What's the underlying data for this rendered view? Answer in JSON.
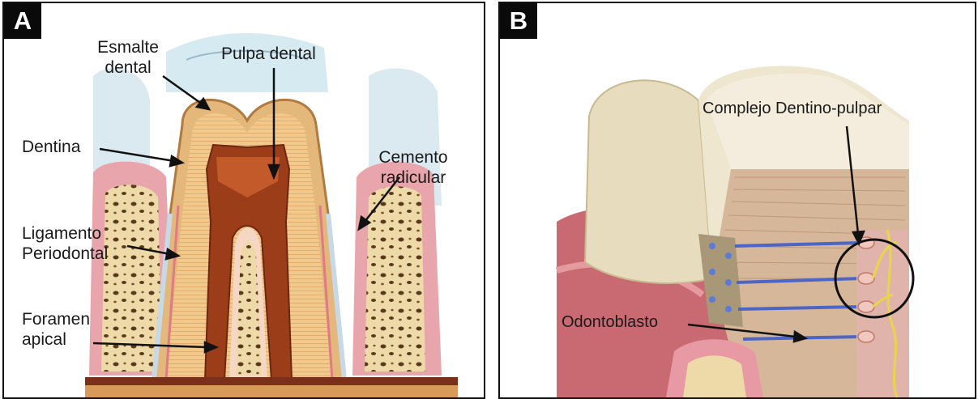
{
  "panel_a": {
    "badge": "A",
    "labels": {
      "enamel_line1": "Esmalte",
      "enamel_line2": "dental",
      "pulp": "Pulpa dental",
      "dentin": "Dentina",
      "cementum_line1": "Cemento",
      "cementum_line2": "radicular",
      "ligament_line1": "Ligamento",
      "ligament_line2": "Periodontal",
      "foramen_line1": "Foramen",
      "foramen_line2": "apical"
    }
  },
  "panel_b": {
    "badge": "B",
    "labels": {
      "complex": "Complejo Dentino-pulpar",
      "odontoblast": "Odontoblasto"
    }
  },
  "colors": {
    "enamel": "#cfe6ee",
    "dentin": "#f0c68a",
    "pulp": "#a8481f",
    "bone": "#eed9a8",
    "gum": "#e8a0a8",
    "nerve": "#e8d64a",
    "tubule": "#4c66c8"
  }
}
